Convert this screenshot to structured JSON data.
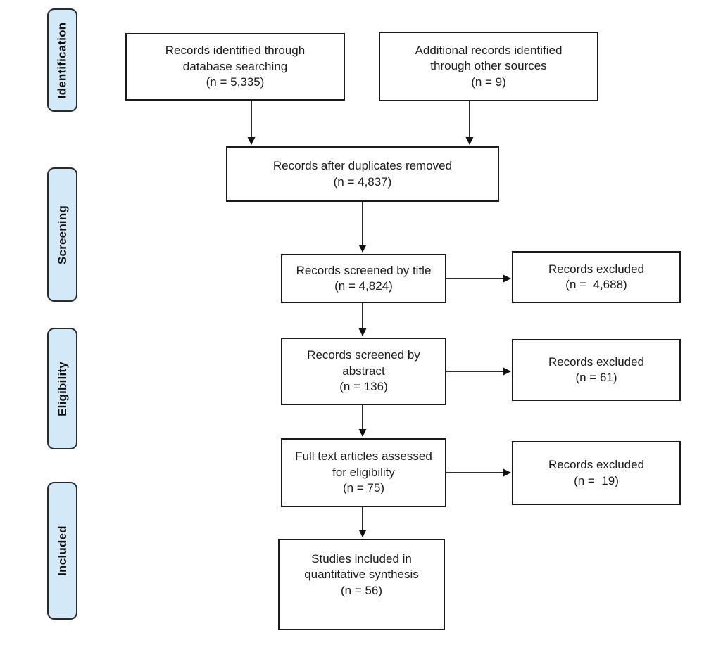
{
  "diagram": {
    "type": "prisma-flow",
    "stages": [
      {
        "label": "Identification"
      },
      {
        "label": "Screening"
      },
      {
        "label": "Eligibility"
      },
      {
        "label": "Included"
      }
    ],
    "nodes": {
      "identified": {
        "lines": [
          "Records identified through",
          "database searching",
          "(n = 5,335)"
        ]
      },
      "additional": {
        "lines": [
          "Additional records identified",
          "through other sources",
          "(n = 9)"
        ]
      },
      "deduped": {
        "lines": [
          "Records after duplicates removed",
          "(n = 4,837)"
        ]
      },
      "screened_title": {
        "lines": [
          "Records screened by title",
          "(n = 4,824)"
        ]
      },
      "excluded_title": {
        "lines": [
          "Records excluded",
          "(n =  4,688)"
        ]
      },
      "screened_abstract": {
        "lines": [
          "Records screened by",
          "abstract",
          "(n = 136)"
        ]
      },
      "excluded_abstract": {
        "lines": [
          "Records excluded",
          "(n = 61)"
        ]
      },
      "fulltext": {
        "lines": [
          "Full text articles assessed",
          "for eligibility",
          "(n = 75)"
        ]
      },
      "excluded_fulltext": {
        "lines": [
          "Records excluded",
          "(n =  19)"
        ]
      },
      "included_synthesis": {
        "lines": [
          "Studies included in",
          "quantitative synthesis",
          "(n = 56)"
        ]
      }
    },
    "colors": {
      "stage_fill": "#d3e9f7",
      "stage_border": "#2b2b2b",
      "node_border": "#1a1a1a",
      "arrow": "#111111",
      "background": "#ffffff",
      "text": "#1a1a1a"
    }
  }
}
